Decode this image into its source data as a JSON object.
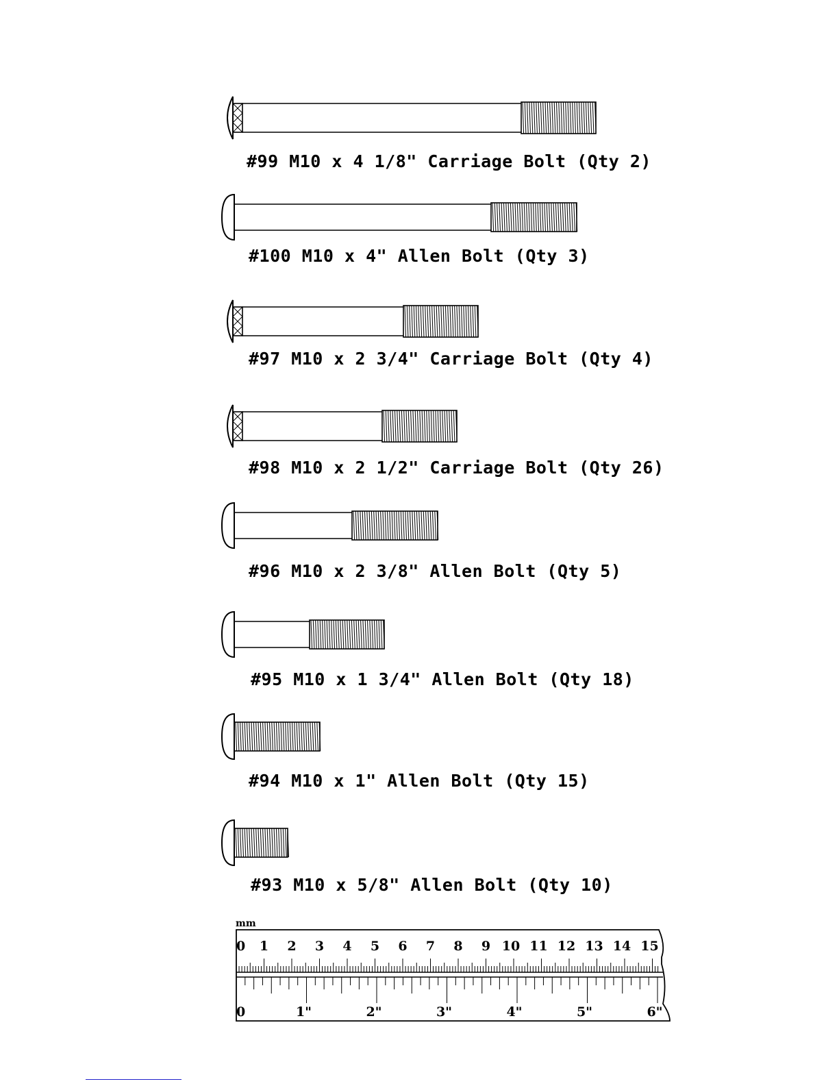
{
  "parts": [
    {
      "label": "#99 M10 x 4 1/8\" Carriage Bolt (Qty 2)",
      "head": "carriage",
      "length_in": 4.125,
      "thread_in": 0.875
    },
    {
      "label": "#100 M10 x 4\" Allen Bolt (Qty 3)",
      "head": "allen",
      "length_in": 4,
      "thread_in": 1
    },
    {
      "label": "#97 M10 x 2 3/4\" Carriage Bolt (Qty 4)",
      "head": "carriage",
      "length_in": 2.75,
      "thread_in": 0.875
    },
    {
      "label": "#98 M10 x 2 1/2\" Carriage Bolt (Qty 26)",
      "head": "carriage",
      "length_in": 2.5,
      "thread_in": 0.875
    },
    {
      "label": "#96 M10 x 2 3/8\" Allen Bolt (Qty 5)",
      "head": "allen",
      "length_in": 2.375,
      "thread_in": 1
    },
    {
      "label": "#95 M10 x 1 3/4\" Allen Bolt (Qty 18)",
      "head": "allen",
      "length_in": 1.75,
      "thread_in": 0.875
    },
    {
      "label": "#94 M10 x 1\" Allen Bolt (Qty 15)",
      "head": "allen",
      "length_in": 1,
      "thread_in": 1
    },
    {
      "label": "#93 M10 x 5/8\" Allen Bolt (Qty 10)",
      "head": "allen",
      "length_in": 0.625,
      "thread_in": 0.625
    }
  ],
  "ruler": {
    "unit_top": "mm",
    "cm_labels": [
      "0",
      "1",
      "2",
      "3",
      "4",
      "5",
      "6",
      "7",
      "8",
      "9",
      "10",
      "11",
      "12",
      "13",
      "14",
      "15"
    ],
    "inch_labels": [
      "0",
      "1\"",
      "2\"",
      "3\"",
      "4\"",
      "5\"",
      "6\""
    ]
  }
}
